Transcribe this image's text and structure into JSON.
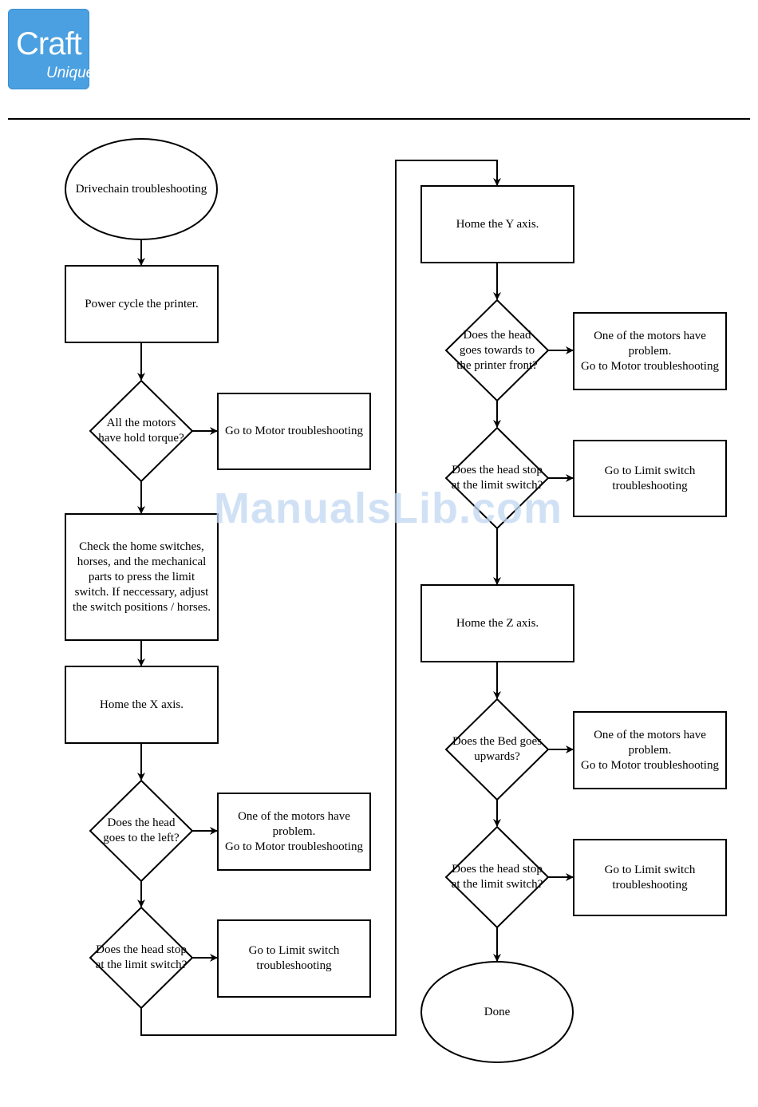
{
  "brand": {
    "logo_main": "Craft",
    "logo_sub": "Unique",
    "logo_color": "#4aa0e0"
  },
  "watermark": "ManualsLib.com",
  "flowchart": {
    "start": "Drivechain troubleshooting",
    "power_cycle": "Power cycle the printer.",
    "q_hold_torque": "All the motors\nhave hold torque?",
    "motor_ts_1": "Go to Motor troubleshooting",
    "check_switches": "Check the home switches,\nhorses, and the mechanical\nparts to press the limit\nswitch. If neccessary, adjust\nthe switch positions / horses.",
    "home_x": "Home the X axis.",
    "q_head_left": "Does the head\ngoes to the left?",
    "motor_problem_x": "One of the motors have\nproblem.\nGo to Motor troubleshooting",
    "q_limit_x": "Does the head stop\nat the limit switch?",
    "limit_ts_x": "Go to Limit switch\ntroubleshooting",
    "home_y": "Home the Y axis.",
    "q_head_front": "Does the head\ngoes towards to\nthe printer front?",
    "motor_problem_y": "One of the motors have\nproblem.\nGo to Motor troubleshooting",
    "q_limit_y": "Does the head stop\nat the limit switch?",
    "limit_ts_y": "Go to Limit switch\ntroubleshooting",
    "home_z": "Home the Z axis.",
    "q_bed_up": "Does the Bed goes\nupwards?",
    "motor_problem_z": "One of the motors have\nproblem.\nGo to Motor troubleshooting",
    "q_limit_z": "Does the head stop\nat the limit switch?",
    "limit_ts_z": "Go to Limit switch\ntroubleshooting",
    "done": "Done"
  }
}
